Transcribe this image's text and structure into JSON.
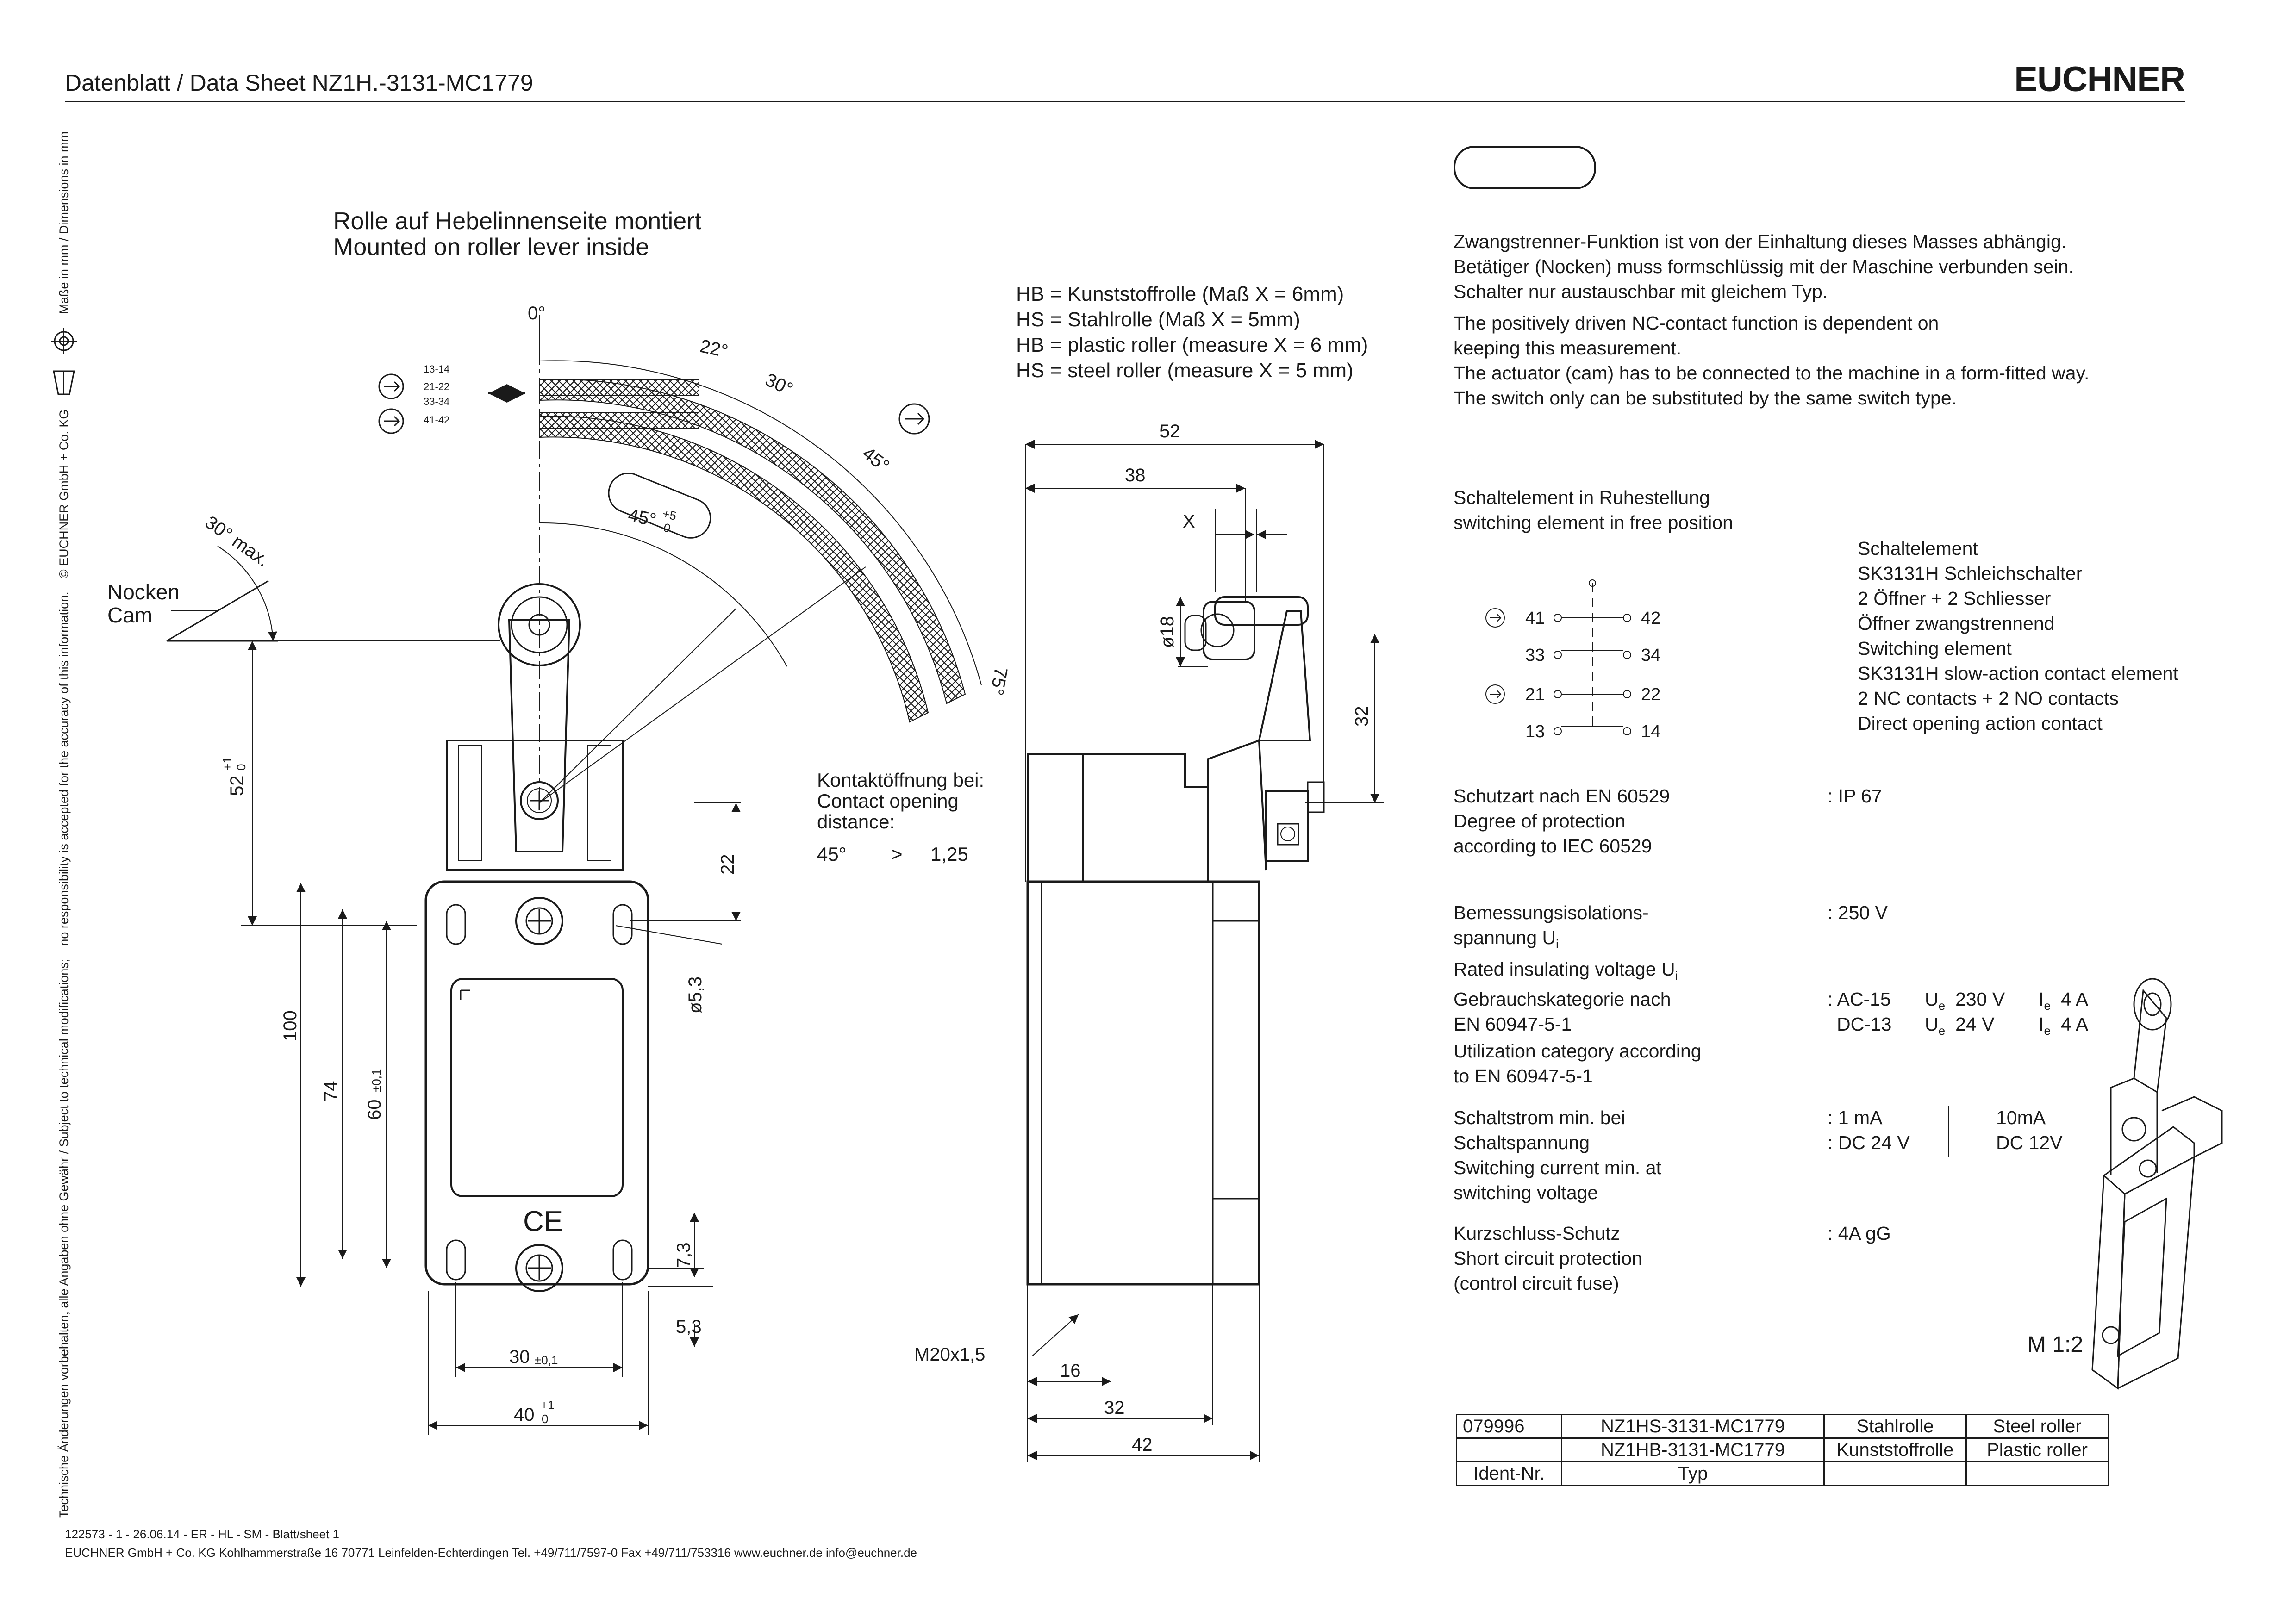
{
  "header": {
    "title": "Datenblatt / Data Sheet  NZ1H.-3131-MC1779",
    "logo": "EUCHNER"
  },
  "sidebar": {
    "text1": "Technische Änderungen vorbehalten, alle Angaben ohne Gewähr / Subject to technical modifications;",
    "text2": "no responsibility is accepted for the accuracy of this information.",
    "text3": "© EUCHNER GmbH + Co. KG",
    "text4": "Maße in mm / Dimensions in mm"
  },
  "roller_title": {
    "de": "Rolle auf Hebelinnenseite montiert",
    "en": "Mounted on roller lever inside"
  },
  "legend": {
    "line1": "HB = Kunststoffrolle (Maß X = 6mm)",
    "line2": "HS = Stahlrolle (Maß X = 5mm)",
    "line3": "HB = plastic roller (measure X = 6 mm)",
    "line4": "HS = steel roller (measure X = 5 mm)"
  },
  "drawing_labels": {
    "deg0": "0°",
    "deg22": "22°",
    "deg30": "30°",
    "deg45": "45°",
    "deg75": "75°",
    "slot45": "45°",
    "slot_tol_plus": "+5",
    "slot_tol_zero": "0",
    "cam_angle": "30° max.",
    "cam_de": "Nocken",
    "cam_en": "Cam",
    "c1314": "13-14",
    "c2122": "21-22",
    "c3334": "33-34",
    "c4142": "41-42",
    "dim52": "52",
    "dim52_tol_plus": "+1",
    "dim52_tol_zero": "0",
    "dim100": "100",
    "dim74": "74",
    "dim60": "60",
    "dim60_tol": "±0,1",
    "dim22": "22",
    "dim53": "ø5,3",
    "dim73": "7,3",
    "dim5_3": "5,3",
    "dim30": "30",
    "dim30_tol": "±0,1",
    "dim40": "40",
    "dim40_tol_plus": "+1",
    "dim40_tol_zero": "0",
    "contact_de": "Kontaktöffnung bei:",
    "contact_en1": "Contact opening",
    "contact_en2": "distance:",
    "contact_angle": "45°",
    "contact_gt": ">",
    "contact_val": "1,25",
    "side52": "52",
    "side38": "38",
    "sideX": "X",
    "side18": "ø18",
    "side32v": "32",
    "m20": "M20x1,5",
    "side16": "16",
    "side32": "32",
    "side42": "42"
  },
  "notes": {
    "de1": "Zwangstrenner-Funktion ist von  der Einhaltung dieses Masses abhängig.",
    "de2": "Betätiger (Nocken) muss formschlüssig mit der Maschine verbunden sein.",
    "de3": "Schalter nur austauschbar mit gleichem Typ.",
    "en1": "The positively driven NC-contact function is dependent on",
    "en2": "keeping this measurement.",
    "en3": "The actuator (cam) has to be connected to the machine in a form-fitted way.",
    "en4": "The switch only can be substituted by the same  switch type."
  },
  "switching": {
    "head_de": "Schaltelement in Ruhestellung",
    "head_en": "switching element  in free position",
    "t41": "41",
    "t42": "42",
    "t33": "33",
    "t34": "34",
    "t21": "21",
    "t22": "22",
    "t13": "13",
    "t14": "14",
    "desc": [
      "Schaltelement",
      "SK3131H Schleichschalter",
      "2 Öffner + 2 Schliesser",
      "Öffner zwangstrennend",
      "Switching element",
      "SK3131H slow-action contact element",
      "2 NC contacts + 2 NO contacts",
      "Direct opening action contact"
    ]
  },
  "specs": {
    "protection_de": "Schutzart nach EN 60529",
    "protection_en1": "Degree of protection",
    "protection_en2": "according to IEC 60529",
    "protection_val": ": IP 67",
    "insulation_de1": "Bemessungsisolations-",
    "insulation_de2": "spannung U",
    "insulation_en": "Rated insulating voltage U",
    "insulation_sub": "i",
    "insulation_val": ":  250 V",
    "util_de1": "Gebrauchskategorie nach",
    "util_de2": "EN 60947-5-1",
    "util_en1": "Utilization category according",
    "util_en2": "to EN 60947-5-1",
    "util_row1_cat": ": AC-15",
    "util_row1_u": "U",
    "util_row1_uv": "230 V",
    "util_row1_i": "I",
    "util_row1_iv": "4 A",
    "util_row2_cat": "DC-13",
    "util_row2_u": "U",
    "util_row2_uv": "24 V",
    "util_row2_i": "I",
    "util_row2_iv": "4 A",
    "sub_e": "e",
    "current_de1": "Schaltstrom min. bei",
    "current_de2": "Schaltspannung",
    "current_en1": "Switching current min. at",
    "current_en2": "switching voltage",
    "current_v1": ": 1 mA",
    "current_v2": ": DC 24 V",
    "current_v3": "10mA",
    "current_v4": "DC 12V",
    "short_de": "Kurzschluss-Schutz",
    "short_en1": "Short circuit protection",
    "short_en2": "(control circuit fuse)",
    "short_val": ": 4A gG"
  },
  "scale": "M 1:2",
  "parts_table": {
    "rows": [
      [
        "079996",
        "NZ1HS-3131-MC1779",
        "Stahlrolle",
        "Steel roller"
      ],
      [
        "",
        "NZ1HB-3131-MC1779",
        "Kunststoffrolle",
        "Plastic roller"
      ],
      [
        "Ident-Nr.",
        "Typ",
        "",
        ""
      ]
    ]
  },
  "footer": {
    "line1": "122573 - 1 - 26.06.14 - ER - HL - SM - Blatt/sheet  1",
    "line2": "EUCHNER GmbH + Co. KG  Kohlhammerstraße 16   70771 Leinfelden-Echterdingen     Tel. +49/711/7597-0  Fax +49/711/753316  www.euchner.de  info@euchner.de"
  }
}
